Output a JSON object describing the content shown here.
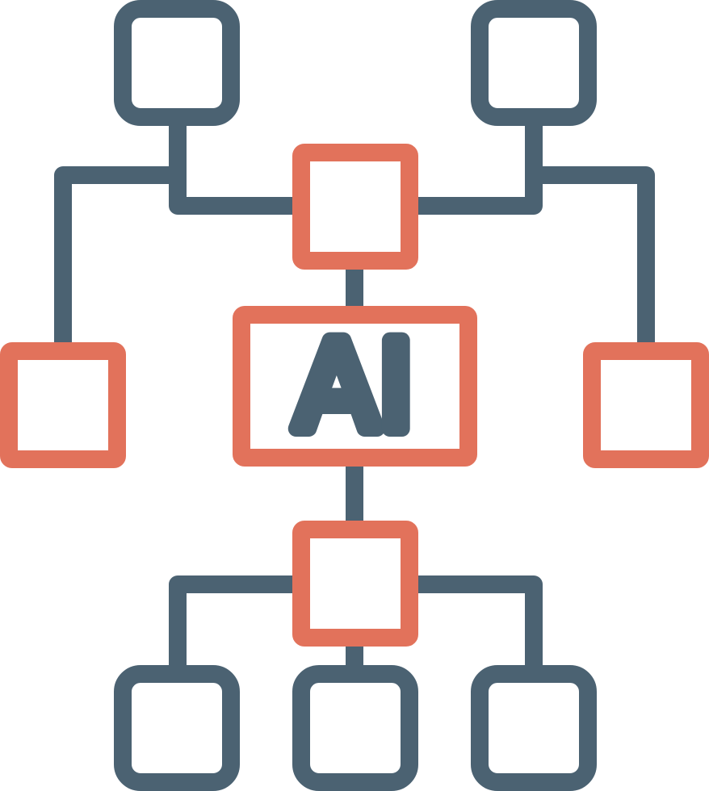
{
  "center_label": "AI",
  "colors": {
    "slate": "#4b6272",
    "coral": "#e2725b",
    "background": "#ffffff"
  },
  "nodes": [
    {
      "id": "top-left-node",
      "color": "slate"
    },
    {
      "id": "top-right-node",
      "color": "slate"
    },
    {
      "id": "top-center-node",
      "color": "coral"
    },
    {
      "id": "middle-left-node",
      "color": "coral"
    },
    {
      "id": "ai-node",
      "color": "coral"
    },
    {
      "id": "middle-right-node",
      "color": "coral"
    },
    {
      "id": "bottom-center-node",
      "color": "coral"
    },
    {
      "id": "bottom-left-node",
      "color": "slate"
    },
    {
      "id": "bottom-middle-node",
      "color": "slate"
    },
    {
      "id": "bottom-right-node",
      "color": "slate"
    }
  ]
}
